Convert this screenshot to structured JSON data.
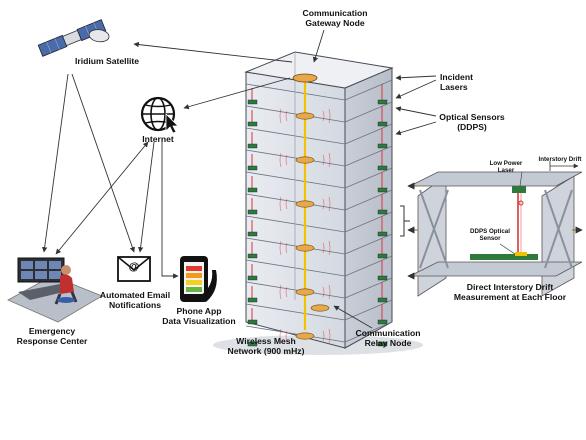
{
  "labels": {
    "gateway": [
      "Communication",
      "Gateway Node"
    ],
    "satellite": "Iridium Satellite",
    "internet": "Internet",
    "incident_lasers": [
      "Incident",
      "Lasers"
    ],
    "optical_sensors": [
      "Optical Sensors",
      "(DDPS)"
    ],
    "emergency": [
      "Emergency",
      "Response Center"
    ],
    "email": [
      "Automated Email",
      "Notifications"
    ],
    "phone": [
      "Phone App",
      "Data Visualization"
    ],
    "mesh": [
      "Wireless Mesh",
      "Network (900 mHz)"
    ],
    "relay": [
      "Communication",
      "Relay Node"
    ],
    "direct_drift": [
      "Direct Interstory Drift",
      "Measurement at Each Floor"
    ],
    "low_power_laser": [
      "Low Power",
      "Laser"
    ],
    "interstory_drift": "Interstory Drift",
    "ddps_sensor": [
      "DDPS Optical",
      "Sensor"
    ],
    "email_symbol": "@"
  },
  "colors": {
    "laser": "#d9343a",
    "gateway_line": "#f2c200",
    "node_gold": "#e8a84a",
    "sensor_green": "#2f7a3a",
    "building_glass": "#dfe3ea",
    "building_edge": "#444a55"
  },
  "icons": [
    "satellite-icon",
    "globe-cursor-icon",
    "envelope-icon",
    "phone-icon",
    "control-room-icon"
  ]
}
